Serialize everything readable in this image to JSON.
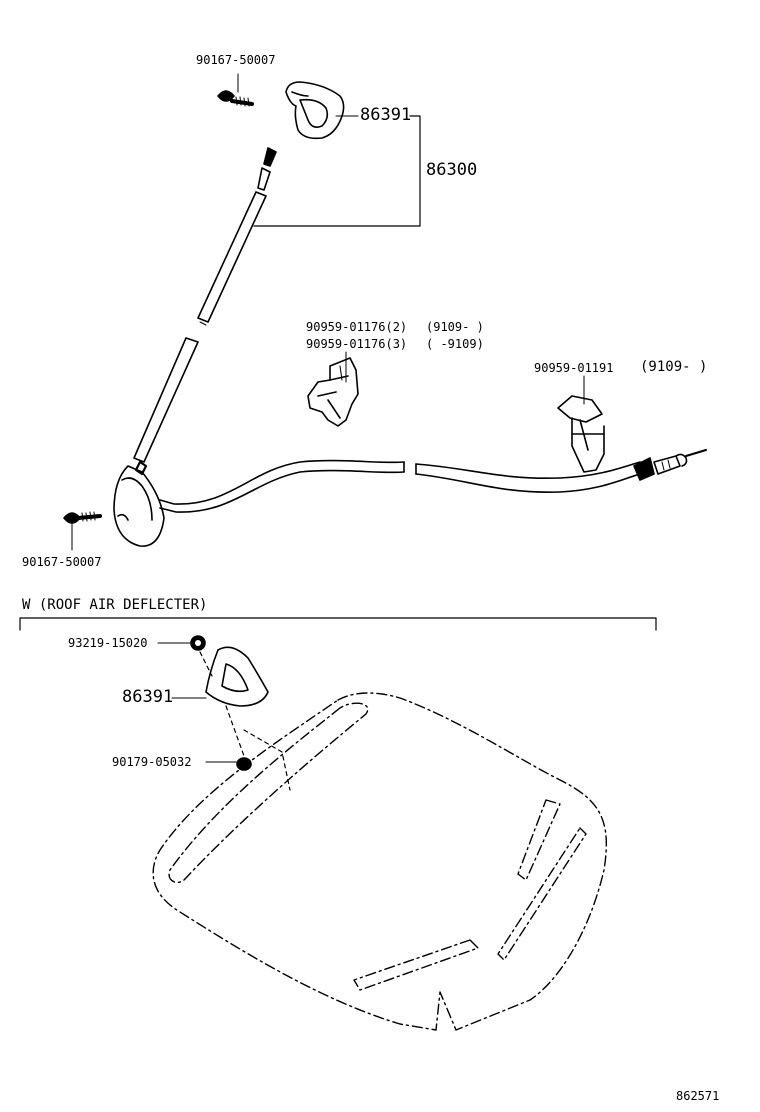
{
  "parts": {
    "screw_top": "90167-50007",
    "pad_top": "86391",
    "antenna_assy": "86300",
    "clamp_a": "90959-01176(2)",
    "clamp_a_date": "(9109-     )",
    "clamp_b": "90959-01176(3)",
    "clamp_b_date": "(      -9109)",
    "clamp_c": "90959-01191",
    "clamp_c_date": "(9109-      )",
    "screw_bottom": "90167-50007"
  },
  "section_w": {
    "title": "W  (ROOF AIR DEFLECTER)",
    "nut": "93219-15020",
    "pad": "86391",
    "washer": "90179-05032"
  },
  "figure_id": "862571"
}
